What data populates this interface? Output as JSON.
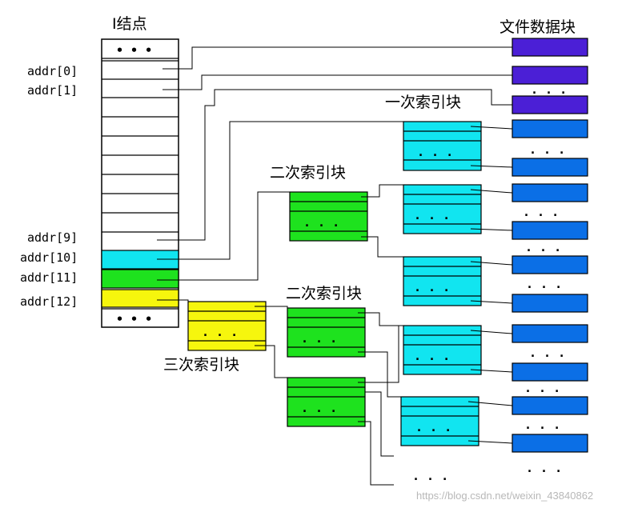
{
  "inode": {
    "title": "I结点",
    "dots": "• • •",
    "addr_labels": [
      "addr[0]",
      "addr[1]",
      "addr[9]",
      "addr[10]",
      "addr[11]",
      "addr[12]"
    ]
  },
  "labels": {
    "data_blocks": "文件数据块",
    "single_indirect": "一次索引块",
    "double_indirect_1": "二次索引块",
    "double_indirect_2": "二次索引块",
    "triple_indirect": "三次索引块"
  },
  "ellipsis": ". . .",
  "colors": {
    "direct_data": "#4b1fd6",
    "data": "#0b6fe6",
    "single": "#11e5f0",
    "double": "#1ee21e",
    "triple": "#f6f60d"
  },
  "watermark": "https://blog.csdn.net/weixin_43840862"
}
